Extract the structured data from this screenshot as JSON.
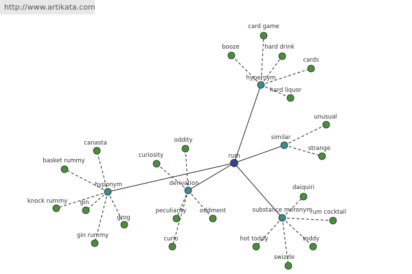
{
  "banner": {
    "url": "http://www.artikata.com"
  },
  "graph": {
    "center": {
      "id": "rum",
      "label": "rum"
    },
    "hubs": [
      {
        "id": "hypernym",
        "label": "hypernym"
      },
      {
        "id": "similar",
        "label": "similar"
      },
      {
        "id": "substance_meronym",
        "label": "substance meronym"
      },
      {
        "id": "derivation",
        "label": "derivation"
      },
      {
        "id": "hyponym",
        "label": "hyponym"
      }
    ],
    "leaves": [
      {
        "id": "card_game",
        "label": "card game",
        "hub": "hypernym"
      },
      {
        "id": "booze",
        "label": "booze",
        "hub": "hypernym"
      },
      {
        "id": "hard_drink",
        "label": "hard drink",
        "hub": "hypernym"
      },
      {
        "id": "cards",
        "label": "cards",
        "hub": "hypernym"
      },
      {
        "id": "hard_liquor",
        "label": "hard liquor",
        "hub": "hypernym"
      },
      {
        "id": "unusual",
        "label": "unusual",
        "hub": "similar"
      },
      {
        "id": "strange",
        "label": "strange",
        "hub": "similar"
      },
      {
        "id": "daiquiri",
        "label": "daiquiri",
        "hub": "substance_meronym"
      },
      {
        "id": "rum_cocktail",
        "label": "rum cocktail",
        "hub": "substance_meronym"
      },
      {
        "id": "hot_toddy",
        "label": "hot toddy",
        "hub": "substance_meronym"
      },
      {
        "id": "toddy",
        "label": "toddy",
        "hub": "substance_meronym"
      },
      {
        "id": "swizzle",
        "label": "swizzle",
        "hub": "substance_meronym"
      },
      {
        "id": "oddity",
        "label": "oddity",
        "hub": "derivation"
      },
      {
        "id": "curiosity",
        "label": "curiosity",
        "hub": "derivation"
      },
      {
        "id": "peculiarity",
        "label": "peculiarity",
        "hub": "derivation"
      },
      {
        "id": "oddment",
        "label": "oddment",
        "hub": "derivation"
      },
      {
        "id": "curio",
        "label": "curio",
        "hub": "derivation"
      },
      {
        "id": "canasta",
        "label": "canasta",
        "hub": "hyponym"
      },
      {
        "id": "basket_rummy",
        "label": "basket rummy",
        "hub": "hyponym"
      },
      {
        "id": "knock_rummy",
        "label": "knock rummy",
        "hub": "hyponym"
      },
      {
        "id": "gin",
        "label": "gin",
        "hub": "hyponym"
      },
      {
        "id": "grog",
        "label": "grog",
        "hub": "hyponym"
      },
      {
        "id": "gin_rummy",
        "label": "gin rummy",
        "hub": "hyponym"
      }
    ],
    "colors": {
      "center": "#3a3f8f",
      "hub": "#3f8a8c",
      "leaf": "#4c8c3c",
      "edge": "#222222",
      "node_outline": "#1f3320"
    }
  }
}
